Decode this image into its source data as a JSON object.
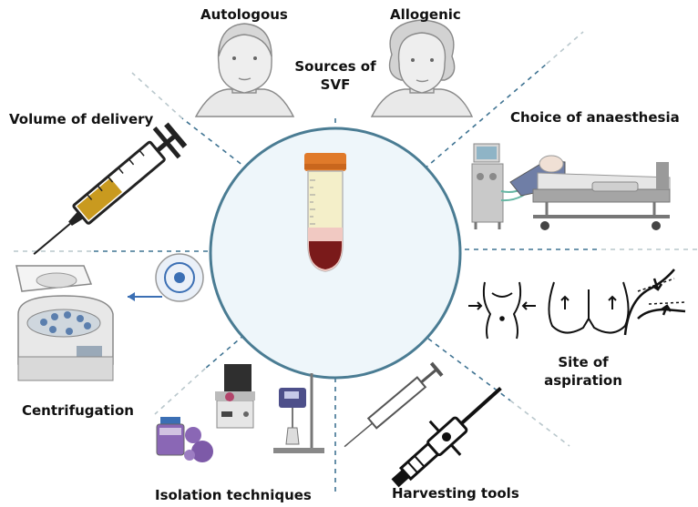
{
  "center": {
    "title_line1": "Sources of",
    "title_line2": "SVF"
  },
  "sources": {
    "autologous": "Autologous",
    "allogenic": "Allogenic"
  },
  "factors": {
    "anaesthesia": "Choice of anaesthesia",
    "site_line1": "Site of",
    "site_line2": "aspiration",
    "harvesting": "Harvesting tools",
    "isolation": "Isolation techniques",
    "centrifugation": "Centrifugation",
    "volume": "Volume of delivery"
  },
  "colors": {
    "circle_stroke": "#4a7c93",
    "circle_fill": "#eef6fa",
    "divider_blue": "#3f7392",
    "divider_gray": "#b9c7cc",
    "tube_cap": "#e07a2a",
    "tube_upper": "#f4efc9",
    "tube_mid": "#f1c9c2",
    "tube_bottom": "#7a1a1a",
    "syringe_fill": "#c99a1f",
    "centrifuge_accent": "#3b6fb4",
    "isolation_purple": "#8a67b5"
  }
}
